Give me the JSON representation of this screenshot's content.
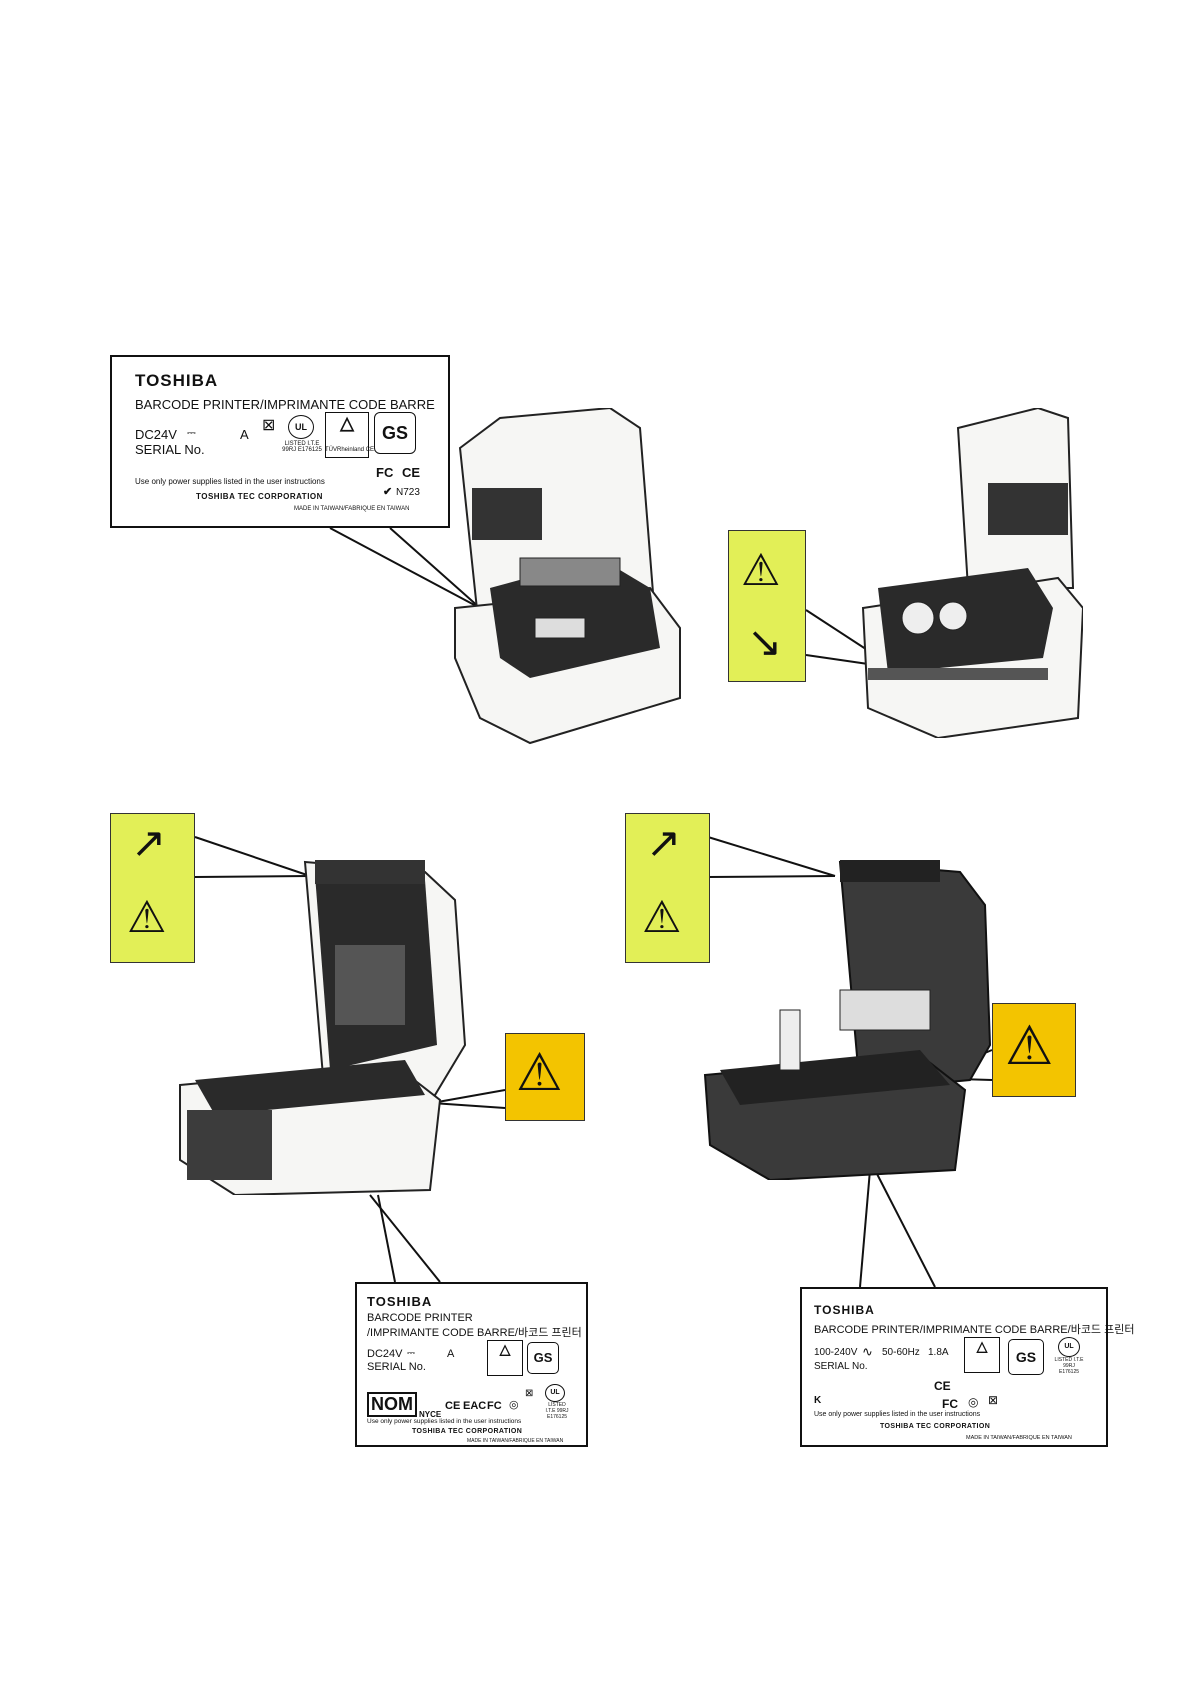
{
  "label_a": {
    "brand": "TOSHIBA",
    "product": "BARCODE PRINTER/IMPRIMANTE CODE BARRE",
    "power": "DC24V",
    "amp": "A",
    "serial": "SERIAL No.",
    "notice": "Use only power supplies listed in the user instructions",
    "corp": "TOSHIBA TEC CORPORATION",
    "made": "MADE IN TAIWAN/FABRIQUE EN TAIWAN",
    "listed": "LISTED I.T.E 99RJ E176125",
    "tuv": "TÜVRheinland CERTIFIED",
    "fcc": "FC",
    "ce": "CE",
    "n723": "N723"
  },
  "label_b": {
    "brand": "TOSHIBA",
    "product_line1": "BARCODE PRINTER",
    "product_line2": "/IMPRIMANTE CODE BARRE/바코드 프린터",
    "power": "DC24V",
    "amp": "A",
    "serial": "SERIAL No.",
    "nom": "NOM",
    "nyce": "NYCE",
    "ce": "CE",
    "eac": "EAC",
    "fcc": "FC",
    "listed": "LISTED I.T.E 99RJ E176125",
    "notice": "Use only power supplies listed in the user instructions",
    "corp": "TOSHIBA TEC CORPORATION",
    "made": "MADE IN TAIWAN/FABRIQUE EN TAIWAN"
  },
  "label_c": {
    "brand": "TOSHIBA",
    "product": "BARCODE PRINTER/IMPRIMANTE CODE BARRE/바코드 프린터",
    "power": "100-240V",
    "freq": "50-60Hz",
    "amp": "1.8A",
    "serial": "SERIAL No.",
    "listed": "LISTED I.T.E 99RJ E176125",
    "ce": "CE",
    "fcc": "FC",
    "notice": "Use only power supplies listed in the user instructions",
    "corp": "TOSHIBA TEC CORPORATION",
    "made": "MADE IN TAIWAN/FABRIQUE EN TAIWAN"
  },
  "colors": {
    "warning_green": "#e2ef57",
    "warning_yellow": "#f3c400",
    "printer_white": "#f4f4f2",
    "printer_dark": "#3a3a3a"
  }
}
